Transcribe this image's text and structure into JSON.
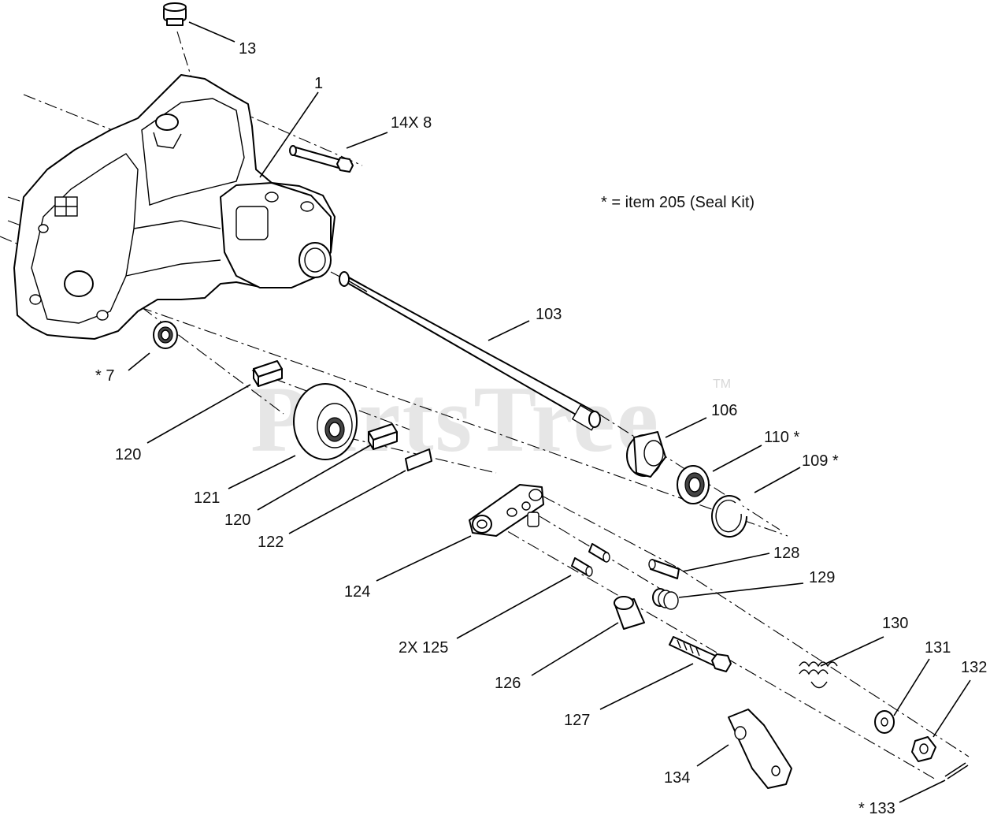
{
  "watermark": {
    "text": "PartsTree",
    "trademark": "TM"
  },
  "note": "* = item 205  (Seal Kit)",
  "callouts": {
    "c13": "13",
    "c1": "1",
    "c14x8": "14X 8",
    "c7": "* 7",
    "c103": "103",
    "c120a": "120",
    "c121": "121",
    "c120b": "120",
    "c122": "122",
    "c106": "106",
    "c110": "110 *",
    "c109": "109 *",
    "c124": "124",
    "c128": "128",
    "c129": "129",
    "c125": "2X 125",
    "c126": "126",
    "c127": "127",
    "c130": "130",
    "c131": "131",
    "c132": "132",
    "c134": "134",
    "c133": "* 133"
  }
}
